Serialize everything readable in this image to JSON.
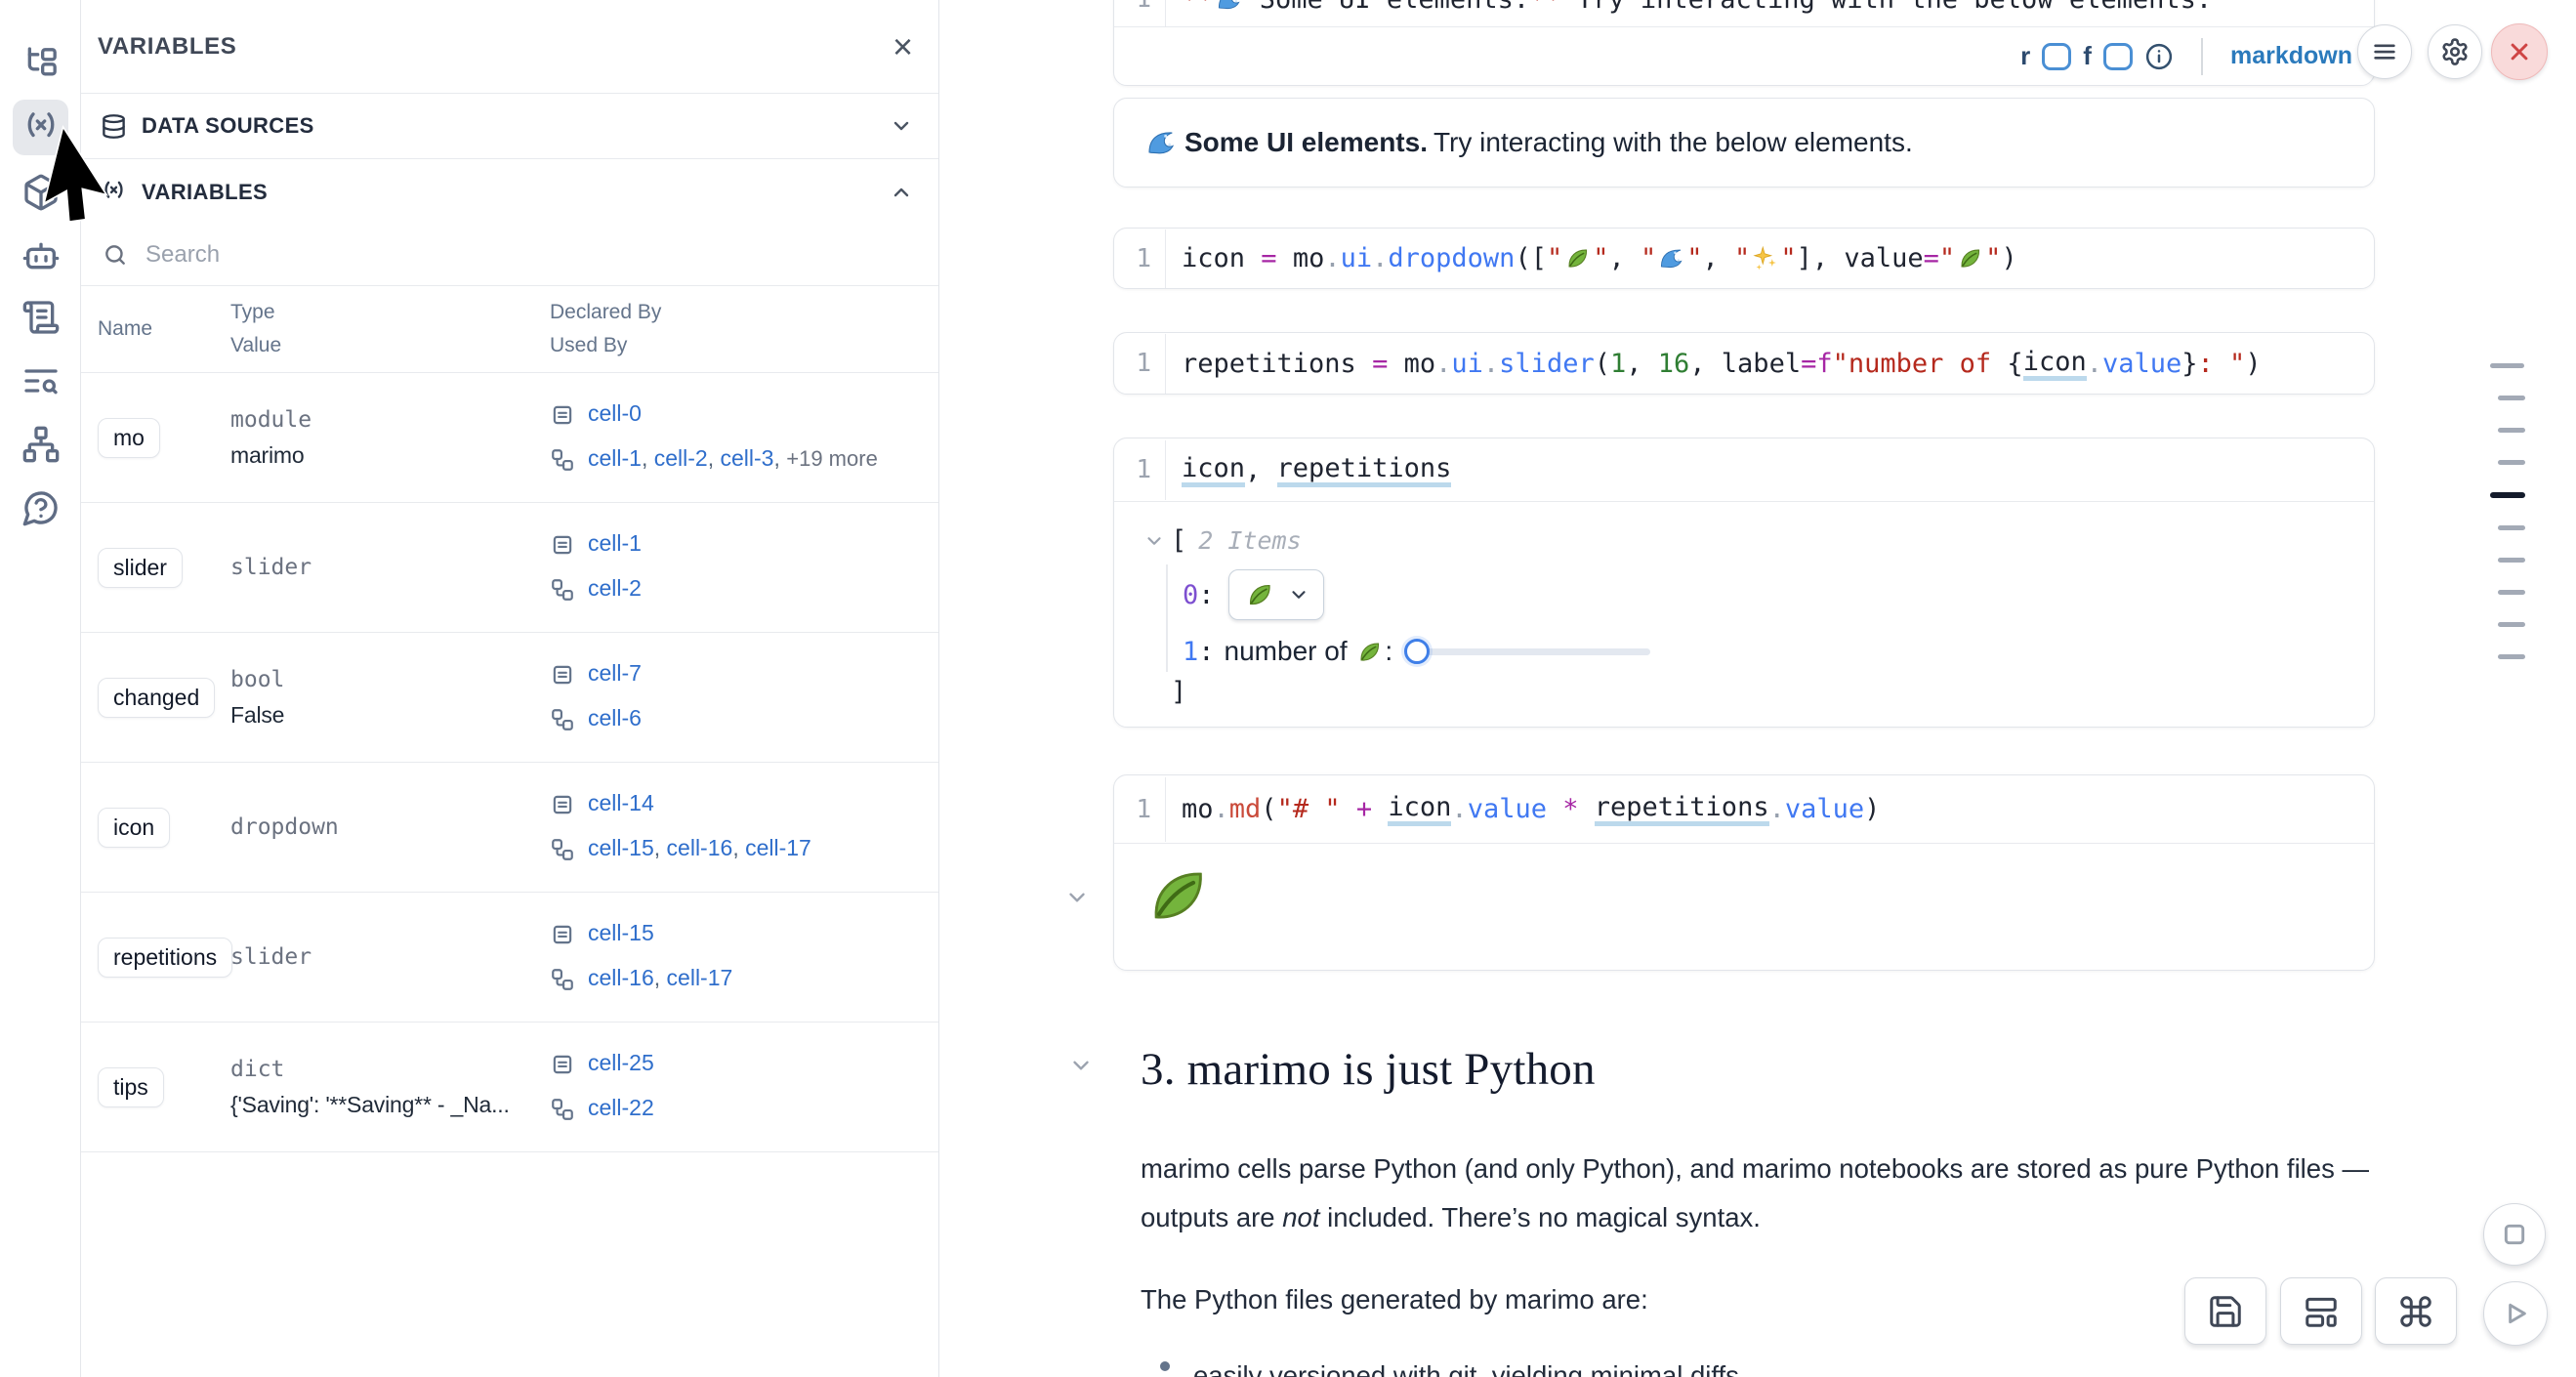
{
  "colors": {
    "link_blue": "#2f6ecb",
    "markdown_blue": "#2b7abc",
    "close_red": "#cf4444",
    "accent_underline": "#bcd9ec"
  },
  "sidebar": {
    "icons": [
      "file-explorer-icon",
      "variables-icon",
      "packages-icon",
      "ai-assistant-icon",
      "scratchpad-icon",
      "logs-icon",
      "dependencies-icon",
      "help-icon"
    ],
    "active_icon": "variables-icon"
  },
  "panel": {
    "title": "VARIABLES",
    "data_sources_label": "DATA SOURCES",
    "variables_label": "VARIABLES",
    "search_placeholder": "Search",
    "table": {
      "headers": {
        "name": "Name",
        "type": "Type",
        "value": "Value",
        "declared": "Declared By",
        "used": "Used By"
      },
      "rows": [
        {
          "name": "mo",
          "type": "module",
          "value": "marimo",
          "declared": [
            "cell-0"
          ],
          "used": [
            "cell-1",
            "cell-2",
            "cell-3"
          ],
          "more": "+19 more"
        },
        {
          "name": "slider",
          "type": "slider",
          "value": "",
          "declared": [
            "cell-1"
          ],
          "used": [
            "cell-2"
          ]
        },
        {
          "name": "changed",
          "type": "bool",
          "value": "False",
          "declared": [
            "cell-7"
          ],
          "used": [
            "cell-6"
          ]
        },
        {
          "name": "icon",
          "type": "dropdown",
          "value": "",
          "declared": [
            "cell-14"
          ],
          "used": [
            "cell-15",
            "cell-16",
            "cell-17"
          ]
        },
        {
          "name": "repetitions",
          "type": "slider",
          "value": "",
          "declared": [
            "cell-15"
          ],
          "used": [
            "cell-16",
            "cell-17"
          ]
        },
        {
          "name": "tips",
          "type": "dict",
          "value": "{'Saving': '**Saving** - _Na...",
          "declared": [
            "cell-25"
          ],
          "used": [
            "cell-22"
          ]
        }
      ]
    }
  },
  "notebook": {
    "line_no": "1",
    "top_cell_tokens": [
      {
        "t": "**",
        "c": "str"
      },
      {
        "icon": "wave"
      },
      {
        "t": " Some UI elements."
      },
      {
        "t": "**",
        "c": "str"
      },
      {
        "t": " Try interacting with the below elements."
      }
    ],
    "cell_toolbar": {
      "r": "r",
      "f": "f",
      "lang": "markdown"
    },
    "md_output": {
      "emoji": "🌊",
      "bold": "Some UI elements.",
      "rest": " Try interacting with the below elements."
    },
    "code1": [
      {
        "t": "icon"
      },
      {
        "t": " "
      },
      {
        "t": "=",
        "c": "op"
      },
      {
        "t": " "
      },
      {
        "t": "mo"
      },
      {
        "t": ".",
        "c": "dot"
      },
      {
        "t": "ui",
        "c": "prop"
      },
      {
        "t": ".",
        "c": "dot"
      },
      {
        "t": "dropdown",
        "c": "prop"
      },
      {
        "t": "(["
      },
      {
        "t": "\"",
        "c": "str"
      },
      {
        "icon": "leaf"
      },
      {
        "t": "\"",
        "c": "str"
      },
      {
        "t": ", "
      },
      {
        "t": "\"",
        "c": "str"
      },
      {
        "icon": "wave"
      },
      {
        "t": "\"",
        "c": "str"
      },
      {
        "t": ", "
      },
      {
        "t": "\"",
        "c": "str"
      },
      {
        "icon": "sparkles"
      },
      {
        "t": "\"",
        "c": "str"
      },
      {
        "t": "], "
      },
      {
        "t": "value"
      },
      {
        "t": "=",
        "c": "op"
      },
      {
        "t": "\"",
        "c": "str"
      },
      {
        "icon": "leaf"
      },
      {
        "t": "\"",
        "c": "str"
      },
      {
        "t": ")"
      }
    ],
    "code1_emojis": [
      "🍃",
      "🌊",
      "✨",
      "🍃"
    ],
    "code2": [
      {
        "t": "repetitions"
      },
      {
        "t": " "
      },
      {
        "t": "=",
        "c": "op"
      },
      {
        "t": " "
      },
      {
        "t": "mo"
      },
      {
        "t": ".",
        "c": "dot"
      },
      {
        "t": "ui",
        "c": "prop"
      },
      {
        "t": ".",
        "c": "dot"
      },
      {
        "t": "slider",
        "c": "prop"
      },
      {
        "t": "("
      },
      {
        "t": "1",
        "c": "num"
      },
      {
        "t": ", "
      },
      {
        "t": "16",
        "c": "num"
      },
      {
        "t": ", "
      },
      {
        "t": "label"
      },
      {
        "t": "=",
        "c": "op"
      },
      {
        "t": "f",
        "c": "op"
      },
      {
        "t": "\"number of ",
        "c": "str"
      },
      {
        "t": "{"
      },
      {
        "t": "icon",
        "c": "u"
      },
      {
        "t": ".",
        "c": "dot"
      },
      {
        "t": "value",
        "c": "prop"
      },
      {
        "t": "}"
      },
      {
        "t": ": \"",
        "c": "str"
      },
      {
        "t": ")"
      }
    ],
    "code3": [
      {
        "t": "icon",
        "c": "u"
      },
      {
        "t": ", "
      },
      {
        "t": "repetitions",
        "c": "u"
      }
    ],
    "code4": [
      {
        "t": "mo"
      },
      {
        "t": ".",
        "c": "dot"
      },
      {
        "t": "md",
        "c": "fn"
      },
      {
        "t": "("
      },
      {
        "t": "\"# \"",
        "c": "str"
      },
      {
        "t": " "
      },
      {
        "t": "+",
        "c": "op"
      },
      {
        "t": " "
      },
      {
        "t": "icon",
        "c": "u"
      },
      {
        "t": ".",
        "c": "dot"
      },
      {
        "t": "value",
        "c": "prop"
      },
      {
        "t": " "
      },
      {
        "t": "*",
        "c": "op"
      },
      {
        "t": " "
      },
      {
        "t": "repetitions",
        "c": "u"
      },
      {
        "t": ".",
        "c": "dot"
      },
      {
        "t": "value",
        "c": "prop"
      },
      {
        "t": ")"
      }
    ],
    "array_output": {
      "bracket_open": "[",
      "items_label": "2 Items",
      "index0": "0",
      "index1": "1",
      "colon": ":",
      "dropdown_value": "🍃",
      "slider_label": "number of",
      "slider_emoji": "🍃",
      "bracket_close": "]"
    },
    "leaf_output_emoji": "🍃",
    "section": {
      "heading": "3. marimo is just Python",
      "p1_a": "marimo cells parse Python (and only Python), and marimo notebooks are stored as pure Python files — outputs are ",
      "p1_em": "not",
      "p1_b": " included. There’s no magical syntax.",
      "p2": "The Python files generated by marimo are:",
      "bullet1": "easily versioned with git, yielding minimal diffs"
    }
  },
  "minimap": {
    "count": 10,
    "active_index": 4
  }
}
